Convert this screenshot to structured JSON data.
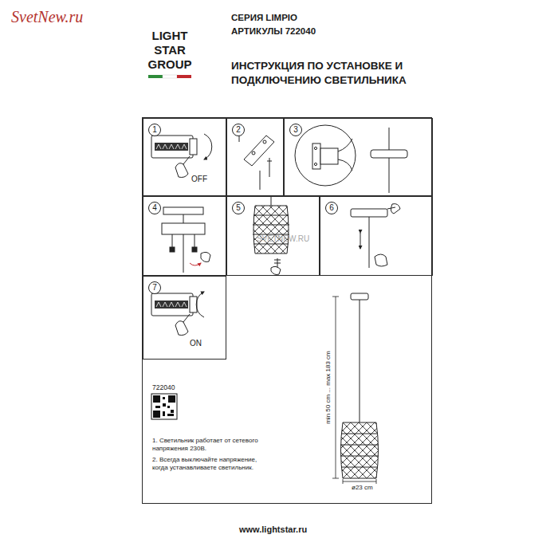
{
  "diagram": {
    "title": "ИНСТРУКЦИЯ ПО УСТАНОВКЕ И ПОДКЛЮЧЕНИЮ СВЕТИЛЬНИКА",
    "nodes": [
      {
        "text": [
          "722040",
          "1. Светильник работает от сетевого напряжения 230В.",
          "2. Всегда выключайте напряжение, когда устанавливаете светильник."
        ]
      },
      {
        "text": [
          "1",
          "OFF"
        ],
        "in": 0
      },
      {
        "text": [
          "2"
        ],
        "in": 0
      },
      {
        "text": [
          "3"
        ],
        "in": 0
      },
      {
        "text": [
          "4"
        ],
        "in": 0
      },
      {
        "text": [
          "5"
        ],
        "in": 0
      },
      {
        "text": [
          "6"
        ],
        "in": 0
      },
      {
        "text": [
          "7",
          "ON"
        ],
        "in": 0
      }
    ],
    "labels": [
      "SvetNew.ru",
      "LIGHT STAR GROUP",
      "СЕРИЯ LIMPIO",
      "АРТИКУЛЫ 722040",
      "SVETNEW.RU",
      "min 50 cm ... max 183 cm",
      "ø23 cm",
      "www.lightstar.ru"
    ]
  }
}
